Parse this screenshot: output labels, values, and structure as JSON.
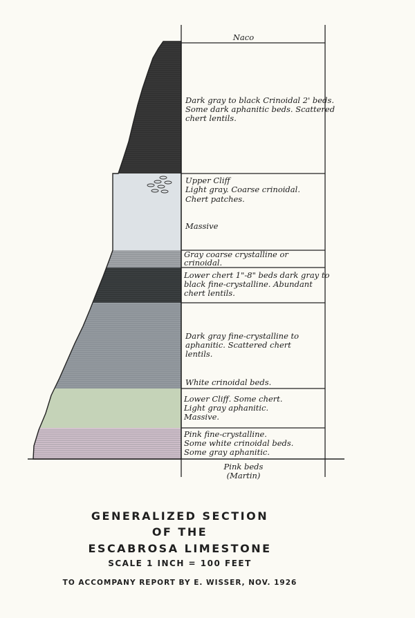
{
  "column": {
    "top_unit": "Naco",
    "bottom_unit_lines": [
      "Pink beds",
      "(Martin)"
    ],
    "units": [
      {
        "lines": [
          "Dark gray to black Crinoidal 2' beds.",
          "Some dark aphanitic beds. Scattered",
          "chert lentils."
        ],
        "color": "#3a3a3a"
      },
      {
        "lines": [
          "Upper Cliff",
          "Light gray. Coarse crinoidal.",
          "Chert patches.",
          "Massive"
        ],
        "color": "#dde2e6"
      },
      {
        "lines": [
          "Gray coarse crystalline or",
          "crinoidal."
        ],
        "color": "#a4a7ab"
      },
      {
        "lines": [
          "Lower chert 1\"-8\" beds dark gray to",
          "black fine-crystalline. Abundant",
          "chert lentils."
        ],
        "color": "#3d4143"
      },
      {
        "lines": [
          "Dark gray fine-crystalline to",
          "aphanitic. Scattered chert",
          "lentils.",
          "White crinoidal beds."
        ],
        "color": "#979da2"
      },
      {
        "lines": [
          "Lower Cliff. Some chert.",
          "Light gray aphanitic.",
          "Massive."
        ],
        "color": "#c5d3b8"
      },
      {
        "lines": [
          "Pink fine-crystalline.",
          "Some white crinoidal beds.",
          "Some gray aphanitic."
        ],
        "color": "#d5c3cf"
      }
    ]
  },
  "caption": {
    "line1": "GENERALIZED SECTION",
    "line2": "OF THE",
    "line3": "ESCABROSA LIMESTONE",
    "scale": "SCALE 1 INCH = 100 FEET",
    "report": "TO ACCOMPANY REPORT BY E. WISSER, NOV. 1926"
  }
}
